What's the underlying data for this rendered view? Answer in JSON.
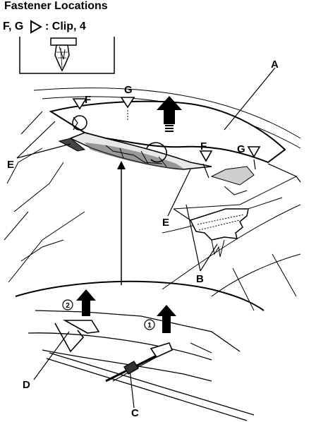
{
  "header": {
    "title": "Fastener Locations",
    "fastener_letters": "F, G",
    "clip_text": ": Clip, 4"
  },
  "callouts": {
    "A": "A",
    "B": "B",
    "C": "C",
    "D": "D",
    "E_left": "E",
    "E_center": "E",
    "F_left": "F",
    "F_right": "F",
    "G_top": "G",
    "G_right": "G"
  },
  "steps": {
    "step1": "1",
    "step2": "2"
  },
  "icons": {
    "clip": "clip-icon",
    "pointer": "triangle-pointer-icon",
    "lift": "up-arrow-icon"
  }
}
